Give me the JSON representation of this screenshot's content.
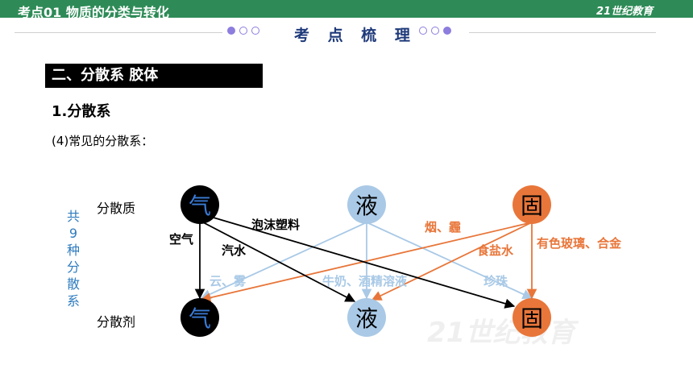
{
  "header": {
    "breadcrumb": "考点01  物质的分类与转化",
    "logo_text": "21世纪教育",
    "section_heading": "考 点 梳 理"
  },
  "content": {
    "section_title": "二、分散系  胶体",
    "subsection_title": "1.分散系",
    "description": "(4)常见的分散系：",
    "vertical_label": "共9种分散系",
    "dispersed_phase_label": "分散质",
    "dispersion_medium_label": "分散剂"
  },
  "diagram": {
    "top_nodes": [
      {
        "label": "气",
        "style": "black"
      },
      {
        "label": "液",
        "style": "blue"
      },
      {
        "label": "固",
        "style": "orange"
      }
    ],
    "bottom_nodes": [
      {
        "label": "气",
        "style": "black"
      },
      {
        "label": "液",
        "style": "blue"
      },
      {
        "label": "固",
        "style": "orange"
      }
    ],
    "examples": {
      "gas_gas": "空气",
      "gas_liquid": "汽水",
      "gas_solid": "泡沫塑料",
      "liquid_gas": "云、雾",
      "liquid_liquid": "牛奶、酒精溶液",
      "liquid_solid": "珍珠",
      "solid_gas": "烟、霾",
      "solid_liquid": "食盐水",
      "solid_solid": "有色玻璃、合金"
    },
    "colors": {
      "gas": "#000000",
      "liquid": "#a9c9e6",
      "solid": "#e8763a",
      "gas_text": "#3a7bd5",
      "liquid_text": "#000000",
      "solid_text": "#000000"
    }
  }
}
